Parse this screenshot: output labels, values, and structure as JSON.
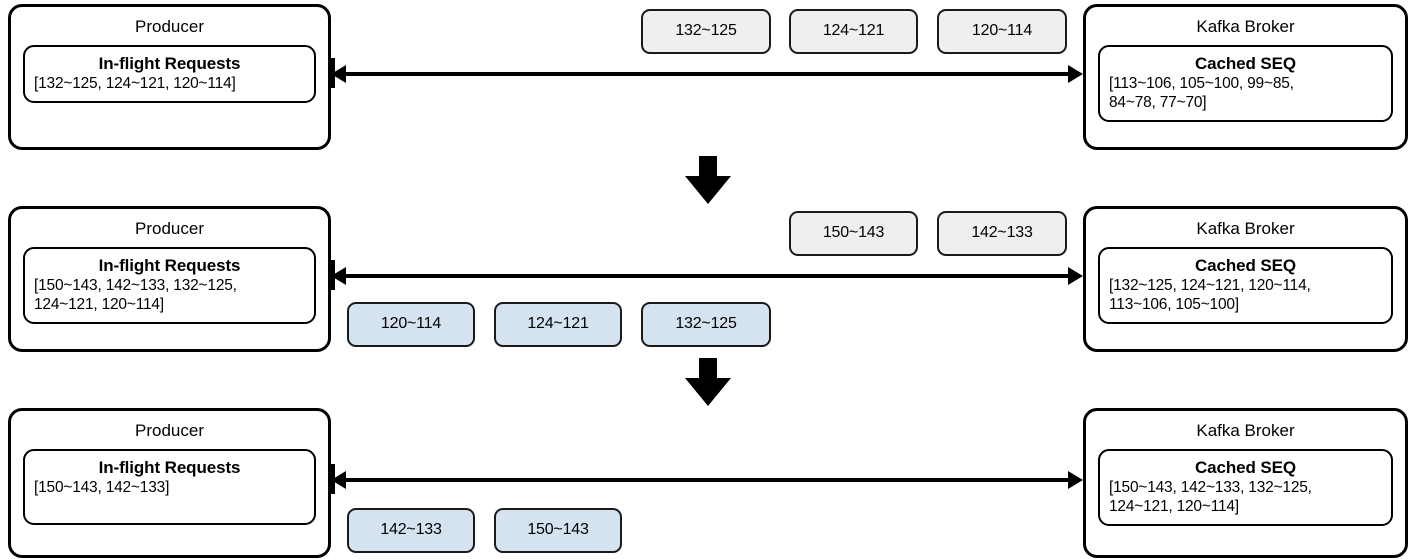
{
  "diagram": {
    "title": "Kafka producer in-flight request retry and broker cached SEQ",
    "colors": {
      "chip_gray": "#efefef",
      "chip_blue": "#d5e2f0",
      "stroke": "#000000",
      "background": "#ffffff"
    },
    "rows": [
      {
        "id": "row-1",
        "producer": {
          "title": "Producer",
          "inner_title": "In-flight Requests",
          "inner_list": "[132~125, 124~121, 120~114]"
        },
        "broker": {
          "title": "Kafka Broker",
          "inner_title": "Cached SEQ",
          "inner_list": "[113~106, 105~100, 99~85,\n84~78, 77~70]"
        },
        "arrow": "double-headed-arrow",
        "chips_above": [
          {
            "label": "132~125",
            "style": "gray"
          },
          {
            "label": "124~121",
            "style": "gray"
          },
          {
            "label": "120~114",
            "style": "gray"
          }
        ],
        "chips_below": []
      },
      {
        "id": "row-2",
        "producer": {
          "title": "Producer",
          "inner_title": "In-flight Requests",
          "inner_list": "[150~143, 142~133, 132~125,\n124~121, 120~114]"
        },
        "broker": {
          "title": "Kafka Broker",
          "inner_title": "Cached SEQ",
          "inner_list": "[132~125, 124~121, 120~114,\n113~106, 105~100]"
        },
        "arrow": "double-headed-arrow",
        "chips_above": [
          {
            "label": "150~143",
            "style": "gray"
          },
          {
            "label": "142~133",
            "style": "gray"
          }
        ],
        "chips_below": [
          {
            "label": "120~114",
            "style": "blue"
          },
          {
            "label": "124~121",
            "style": "blue"
          },
          {
            "label": "132~125",
            "style": "blue"
          }
        ]
      },
      {
        "id": "row-3",
        "producer": {
          "title": "Producer",
          "inner_title": "In-flight Requests",
          "inner_list": "[150~143, 142~133]"
        },
        "broker": {
          "title": "Kafka Broker",
          "inner_title": "Cached SEQ",
          "inner_list": "[150~143, 142~133, 132~125,\n124~121, 120~114]"
        },
        "arrow": "double-headed-arrow",
        "chips_above": [],
        "chips_below": [
          {
            "label": "142~133",
            "style": "blue"
          },
          {
            "label": "150~143",
            "style": "blue"
          }
        ]
      }
    ],
    "step_arrows": [
      {
        "id": "step-arrow-1",
        "direction": "down"
      },
      {
        "id": "step-arrow-2",
        "direction": "down"
      }
    ]
  }
}
